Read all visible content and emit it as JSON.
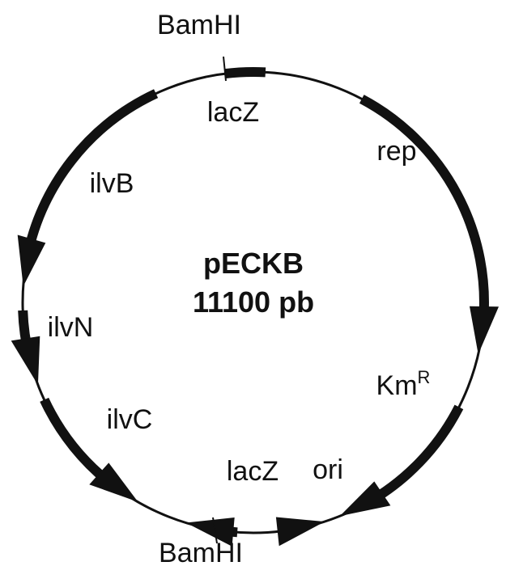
{
  "plasmid": {
    "name": "pECKB",
    "size": "11100 pb"
  },
  "colors": {
    "line": "#111111",
    "background": "#ffffff"
  },
  "labels": {
    "bamhi_top": "BamHI",
    "bamhi_bottom": "BamHI",
    "lacz_top": "lacZ",
    "lacz_bottom": "lacZ",
    "rep": "rep",
    "ilvb": "ilvB",
    "ilvn": "ilvN",
    "ilvc": "ilvC",
    "km": "Km",
    "km_sup": "R",
    "ori": "ori"
  }
}
